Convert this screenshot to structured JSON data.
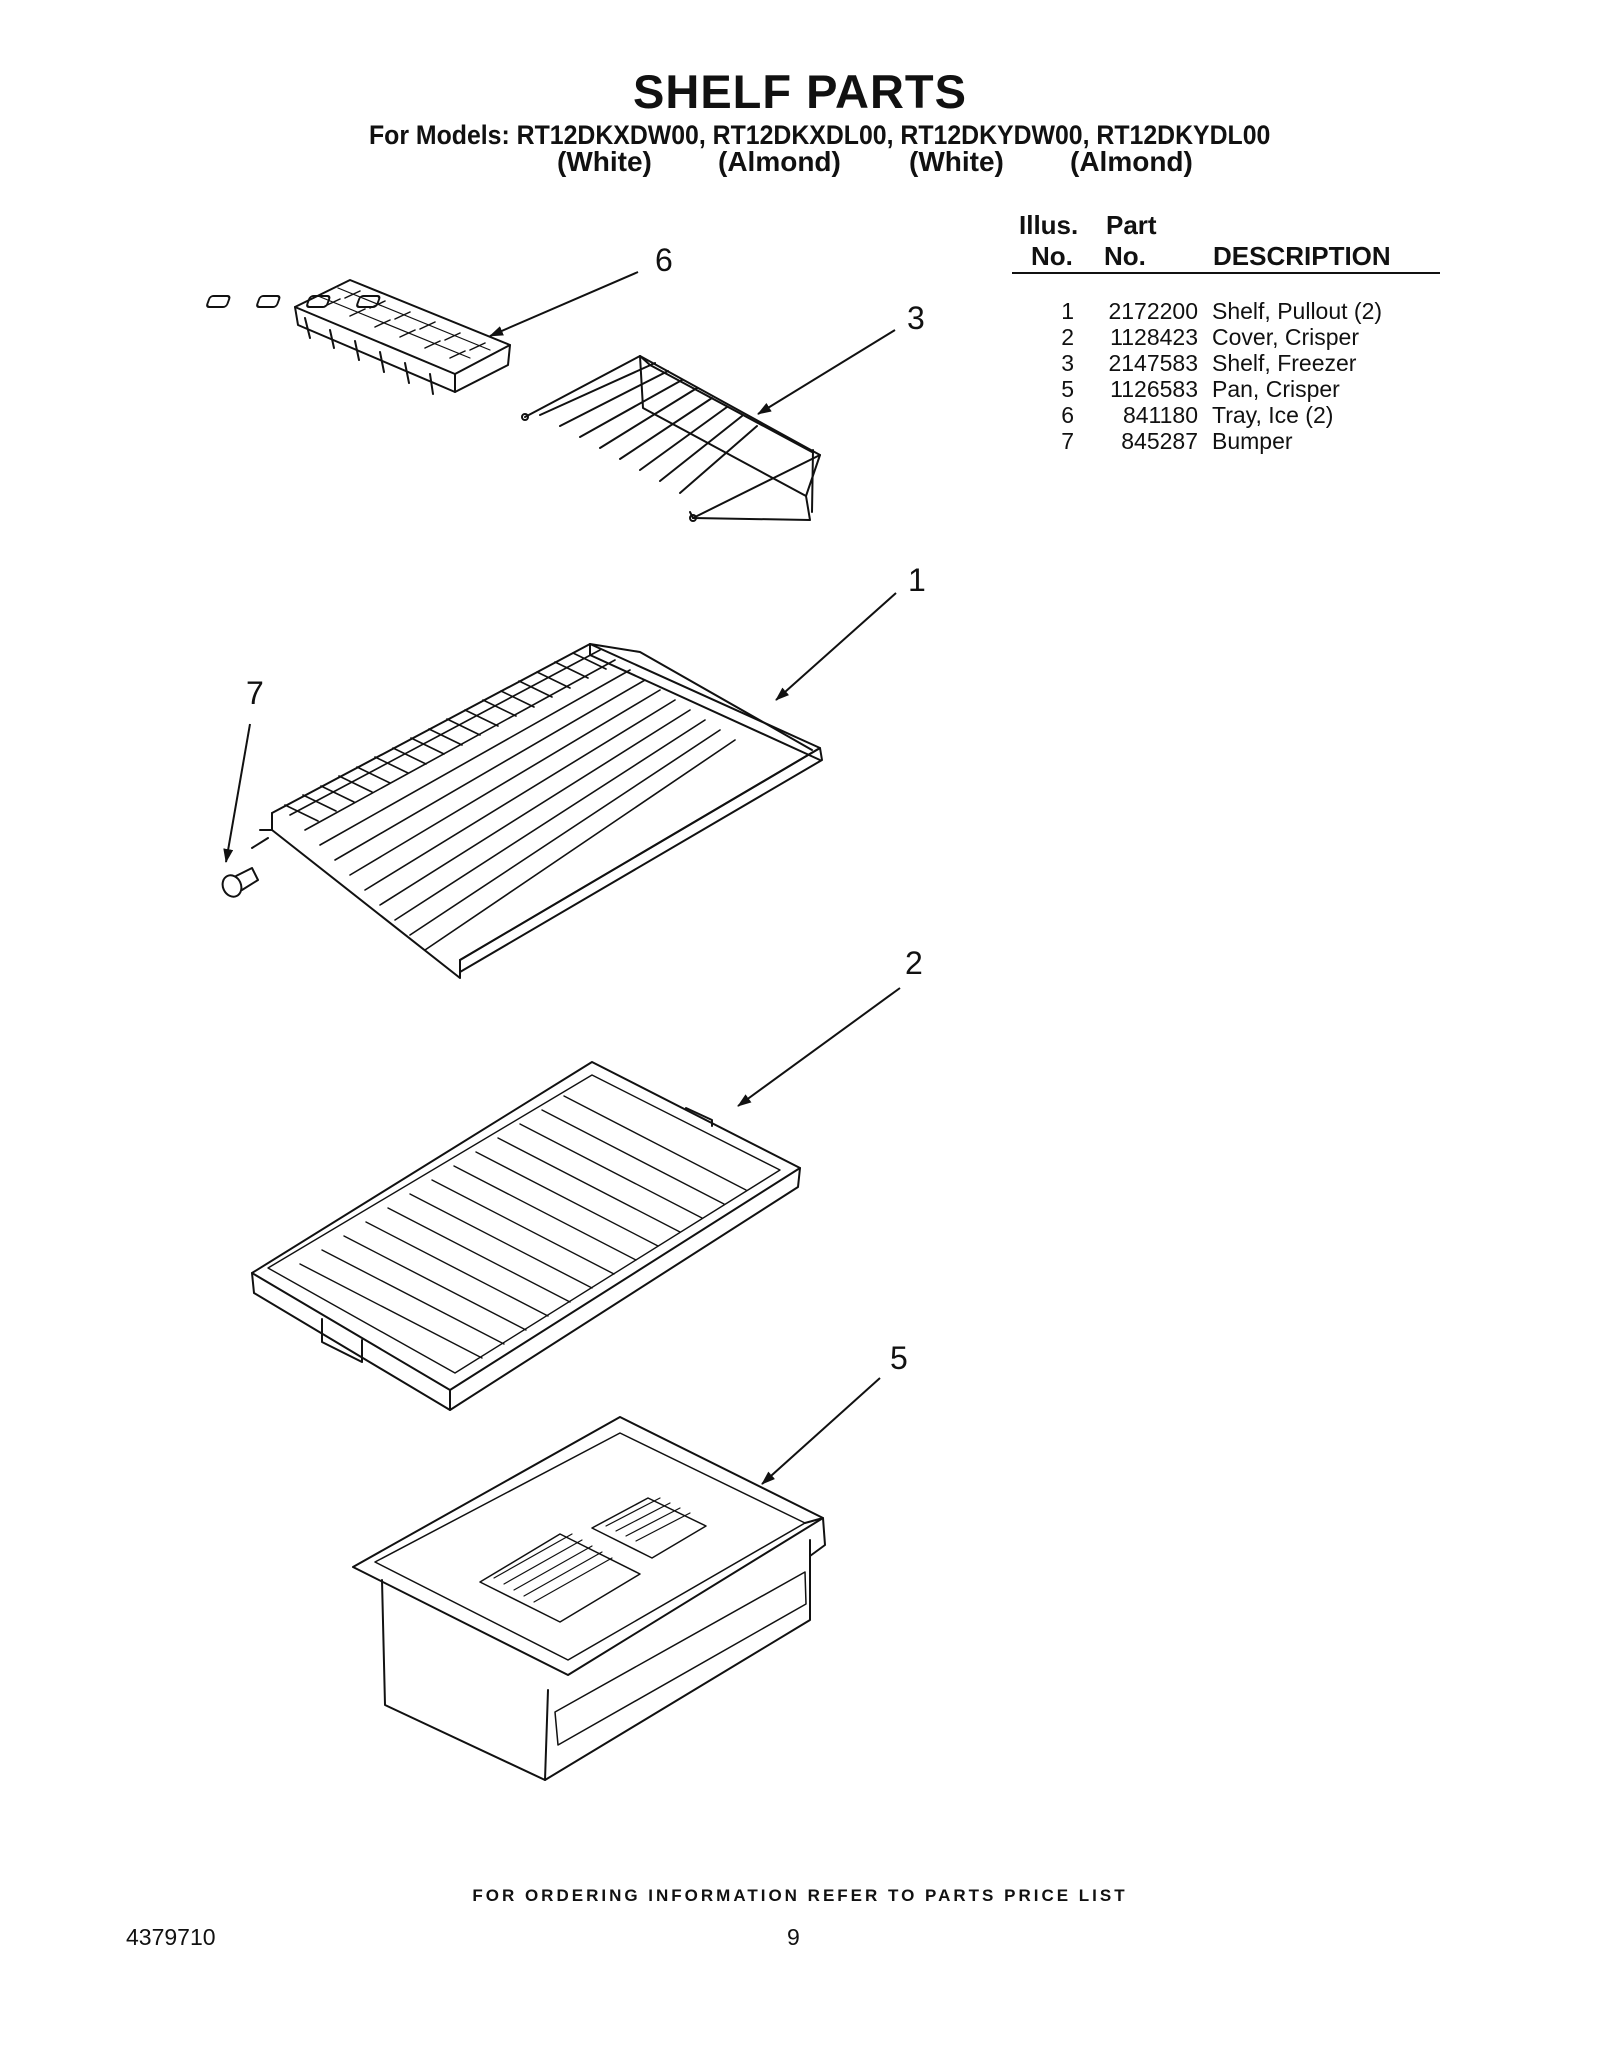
{
  "title": "SHELF PARTS",
  "models_line": "For Models: RT12DKXDW00, RT12DKXDL00, RT12DKYDW00, RT12DKYDL00",
  "model_colors": [
    "(White)",
    "(Almond)",
    "(White)",
    "(Almond)"
  ],
  "table": {
    "headers": {
      "illus_line1": "Illus.",
      "illus_line2": "No.",
      "part_line1": "Part",
      "part_line2": "No.",
      "description": "DESCRIPTION"
    },
    "rows": [
      {
        "illus_no": "1",
        "part_no": "2172200",
        "description": "Shelf, Pullout (2)"
      },
      {
        "illus_no": "2",
        "part_no": "1128423",
        "description": "Cover, Crisper"
      },
      {
        "illus_no": "3",
        "part_no": "2147583",
        "description": "Shelf, Freezer"
      },
      {
        "illus_no": "5",
        "part_no": "1126583",
        "description": "Pan, Crisper"
      },
      {
        "illus_no": "6",
        "part_no": "841180",
        "description": "Tray, Ice (2)"
      },
      {
        "illus_no": "7",
        "part_no": "845287",
        "description": "Bumper"
      }
    ]
  },
  "callouts": [
    "6",
    "3",
    "1",
    "7",
    "2",
    "5"
  ],
  "footer_note": "FOR ORDERING INFORMATION REFER TO PARTS PRICE LIST",
  "doc_number": "4379710",
  "page_number": "9"
}
